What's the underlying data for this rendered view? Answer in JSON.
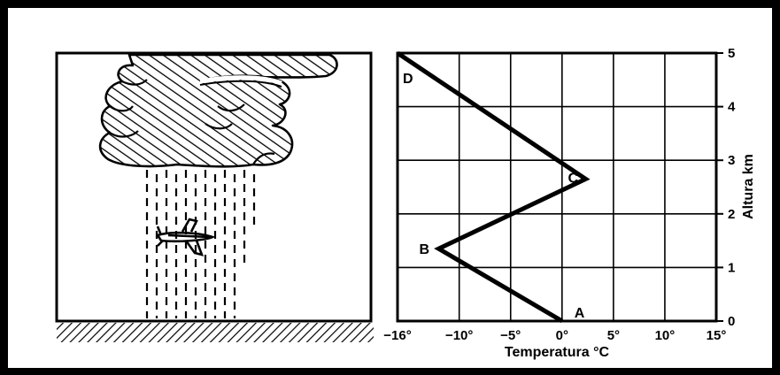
{
  "chart_data": {
    "type": "line",
    "xlabel": "Temperatura °C",
    "ylabel": "Altura km",
    "xlim": [
      -16,
      15
    ],
    "ylim": [
      0,
      5
    ],
    "x_ticks": [
      "−16°",
      "−10°",
      "−5°",
      "0°",
      "5°",
      "10°",
      "15°"
    ],
    "x_tick_values": [
      -16,
      -10,
      -5,
      0,
      5,
      10,
      15
    ],
    "y_ticks": [
      "0",
      "1",
      "2",
      "3",
      "4",
      "5"
    ],
    "y_tick_values": [
      0,
      1,
      2,
      3,
      4,
      5
    ],
    "grid": true,
    "series": [
      {
        "x": [
          0,
          -12,
          2.3,
          -16
        ],
        "y": [
          0,
          1.35,
          2.65,
          5.0
        ]
      }
    ],
    "point_labels": [
      {
        "label": "A",
        "x": 0,
        "y": 0
      },
      {
        "label": "B",
        "x": -12,
        "y": 1.35
      },
      {
        "label": "C",
        "x": 2.3,
        "y": 2.65
      },
      {
        "label": "D",
        "x": -16,
        "y": 5.0
      }
    ]
  },
  "illustration": {
    "icons": [
      "cloud-icon",
      "rain-icon",
      "airplane-icon",
      "ground-icon"
    ]
  }
}
